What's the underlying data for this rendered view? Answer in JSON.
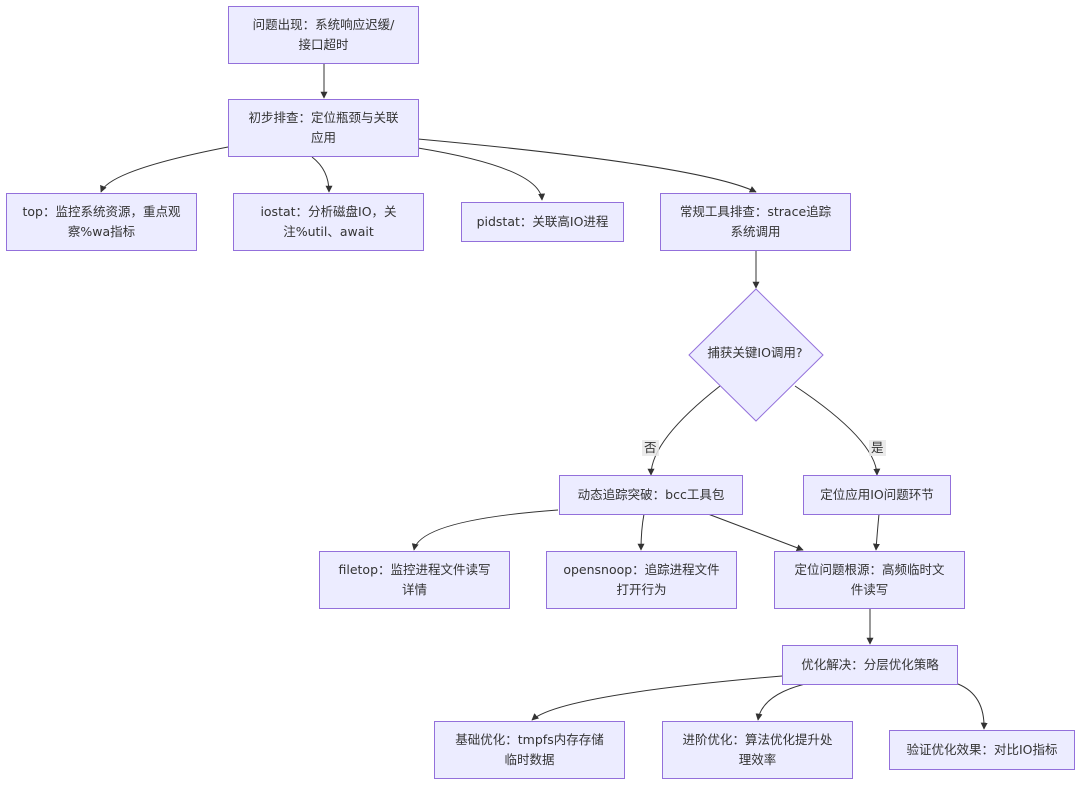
{
  "nodes": {
    "problem": "问题出现：系统响应迟缓/接口超时",
    "initial_check": "初步排查：定位瓶颈与关联应用",
    "top": "top：监控系统资源，重点观察%wa指标",
    "iostat": "iostat：分析磁盘IO，关注%util、await",
    "pidstat": "pidstat：关联高IO进程",
    "strace": "常规工具排查：strace追踪系统调用",
    "decision": "捕获关键IO调用?",
    "bcc": "动态追踪突破：bcc工具包",
    "locate_app": "定位应用IO问题环节",
    "filetop": "filetop：监控进程文件读写详情",
    "opensnoop": "opensnoop：追踪进程文件打开行为",
    "root_cause": "定位问题根源：高频临时文件读写",
    "optimize": "优化解决：分层优化策略",
    "basic": "基础优化：tmpfs内存存储临时数据",
    "advanced": "进阶优化：算法优化提升处理效率",
    "verify": "验证优化效果：对比IO指标"
  },
  "edge_labels": {
    "no": "否",
    "yes": "是"
  },
  "colors": {
    "node_fill": "#ECECFF",
    "node_border": "#9370DB",
    "text": "#333333",
    "edge": "#333333"
  }
}
